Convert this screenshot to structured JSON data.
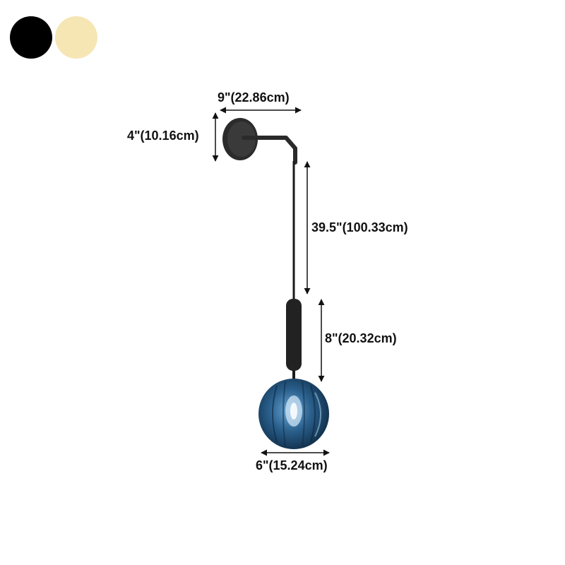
{
  "colors": {
    "black_finish": "#000000",
    "gold_finish": "#f6e6b4",
    "lamp_metal": "#2a2a2a",
    "glass_blue": "#1f4f78",
    "glass_highlight": "#8fc3e6"
  },
  "swatches": [
    {
      "name": "black",
      "color": "#000000"
    },
    {
      "name": "gold",
      "color": "#f6e6b4"
    }
  ],
  "dimensions": {
    "arm_width": "9\"(22.86cm)",
    "plate_height": "4\"(10.16cm)",
    "cord_length": "39.5\"(100.33cm)",
    "body_height": "8\"(20.32cm)",
    "globe_width": "6\"(15.24cm)"
  }
}
